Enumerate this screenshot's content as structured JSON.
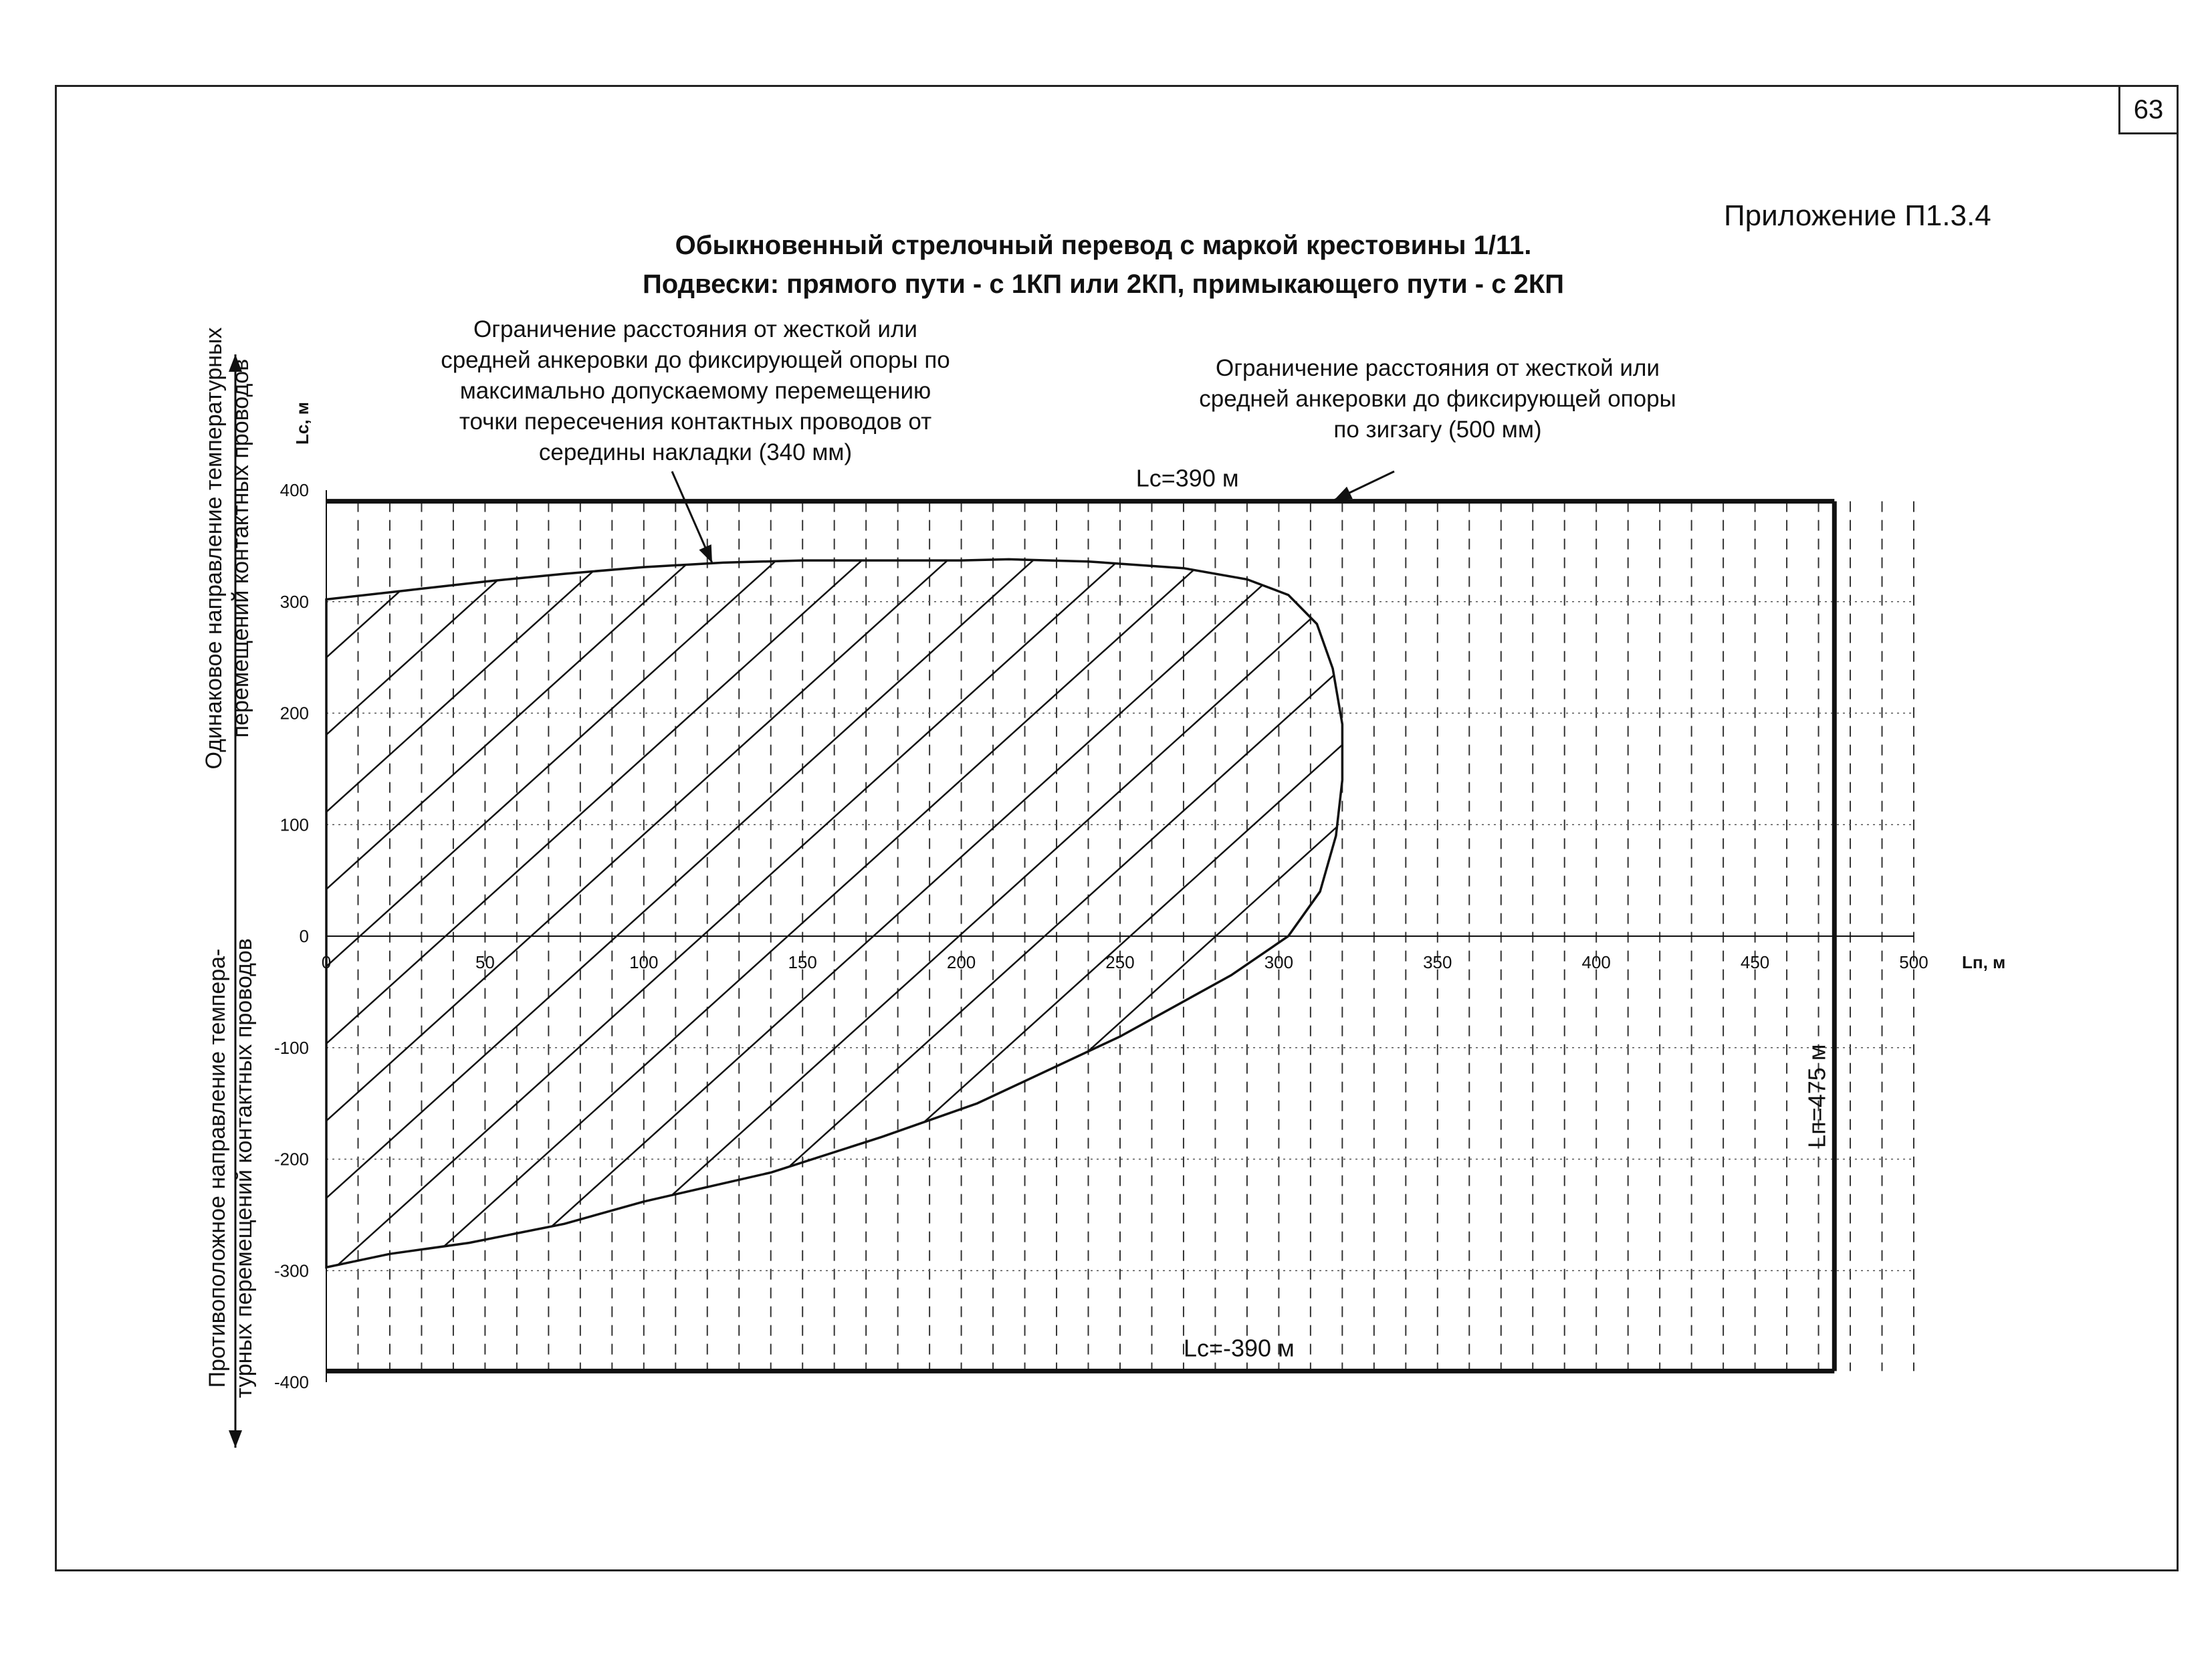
{
  "page_number": "63",
  "appendix": "Приложение П1.3.4",
  "title_line1": "Обыкновенный стрелочный перевод с маркой крестовины 1/11.",
  "title_line2": "Подвески: прямого пути - с 1КП или 2КП, примыкающего пути - с 2КП",
  "note_left": [
    "Ограничение расстояния от жесткой или",
    "средней анкеровки до фиксирующей опоры по",
    "максимально допускаемому перемещению",
    "точки пересечения контактных проводов от",
    "середины накладки (340 мм)"
  ],
  "note_right": [
    "Ограничение расстояния от жесткой или",
    "средней анкеровки до фиксирующей опоры",
    "по зигзагу (500 мм)"
  ],
  "side_label_upper": [
    "Одинаковое направление температурных",
    "перемещений контактных проводов"
  ],
  "side_label_lower": [
    "Противоположное направление темпера-",
    "турных перемещений контактных проводов"
  ],
  "chart_data": {
    "type": "area",
    "title": "",
    "xlabel": "Lп, м",
    "ylabel": "Lс, м",
    "xlim": [
      0,
      500
    ],
    "ylim": [
      -400,
      400
    ],
    "x_ticks": [
      0,
      50,
      100,
      150,
      200,
      250,
      300,
      350,
      400,
      450,
      500
    ],
    "y_ticks": [
      400,
      300,
      200,
      100,
      0,
      -100,
      -200,
      -300,
      -400
    ],
    "grid": "dashed vertical every 10 m, dotted horizontal every 100 m",
    "hatching": "diagonal",
    "limit_lines": [
      {
        "label": "Lс=390 м",
        "y": 390
      },
      {
        "label": "Lс=-390 м",
        "y": -390
      },
      {
        "label": "Lп=475 м",
        "x": 475
      }
    ],
    "boundary": [
      {
        "x": 0,
        "y": 302
      },
      {
        "x": 25,
        "y": 310
      },
      {
        "x": 50,
        "y": 318
      },
      {
        "x": 75,
        "y": 325
      },
      {
        "x": 100,
        "y": 331
      },
      {
        "x": 125,
        "y": 335
      },
      {
        "x": 150,
        "y": 337
      },
      {
        "x": 175,
        "y": 337
      },
      {
        "x": 200,
        "y": 337
      },
      {
        "x": 215,
        "y": 338
      },
      {
        "x": 240,
        "y": 336
      },
      {
        "x": 270,
        "y": 330
      },
      {
        "x": 290,
        "y": 320
      },
      {
        "x": 303,
        "y": 306
      },
      {
        "x": 312,
        "y": 280
      },
      {
        "x": 317,
        "y": 240
      },
      {
        "x": 320,
        "y": 190
      },
      {
        "x": 320,
        "y": 140
      },
      {
        "x": 318,
        "y": 90
      },
      {
        "x": 313,
        "y": 40
      },
      {
        "x": 303,
        "y": 0
      },
      {
        "x": 285,
        "y": -35
      },
      {
        "x": 250,
        "y": -90
      },
      {
        "x": 205,
        "y": -150
      },
      {
        "x": 175,
        "y": -180
      },
      {
        "x": 140,
        "y": -212
      },
      {
        "x": 100,
        "y": -238
      },
      {
        "x": 75,
        "y": -258
      },
      {
        "x": 45,
        "y": -275
      },
      {
        "x": 20,
        "y": -285
      },
      {
        "x": 0,
        "y": -297
      }
    ]
  }
}
